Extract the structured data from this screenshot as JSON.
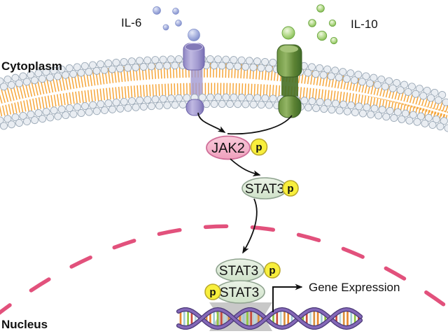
{
  "labels": {
    "cytoplasm": "Cytoplasm",
    "nucleus": "Nucleus",
    "il6": "IL-6",
    "il10": "IL-10",
    "gene_expression": "Gene Expression"
  },
  "nodes": {
    "jak2": "JAK2",
    "stat3": "STAT3",
    "stat3_dimer_top": "STAT3",
    "stat3_dimer_bottom": "STAT3",
    "phospho": "p"
  },
  "colors": {
    "membrane_head": "#e9edf2",
    "membrane_head_outline": "#9aa8b6",
    "membrane_tail": "#f6a63a",
    "il6_ligand": "#8d99d2",
    "il6_receptor": "#a79ed3",
    "il10_ligand": "#7db84a",
    "il10_receptor": "#6d9440",
    "jak2_fill": "#f4b3c9",
    "jak2_stroke": "#cf6f99",
    "stat3_fill": "#dcebd7",
    "stat3_stroke": "#8fa38f",
    "phospho_fill": "#f8ef3c",
    "phospho_stroke": "#baa92a",
    "nucleus_envelope": "#e2517c",
    "dna_strand": "#8468b8",
    "dna_strand_outline": "#4c3a78",
    "dna_binding_highlight": "#c2c2c2",
    "arrow": "#111111",
    "dna_rungs": [
      "#e8872e",
      "#9fcbd2",
      "#8fc43f",
      "#c94b3c",
      "#b8d8dd",
      "#d9903f"
    ]
  }
}
